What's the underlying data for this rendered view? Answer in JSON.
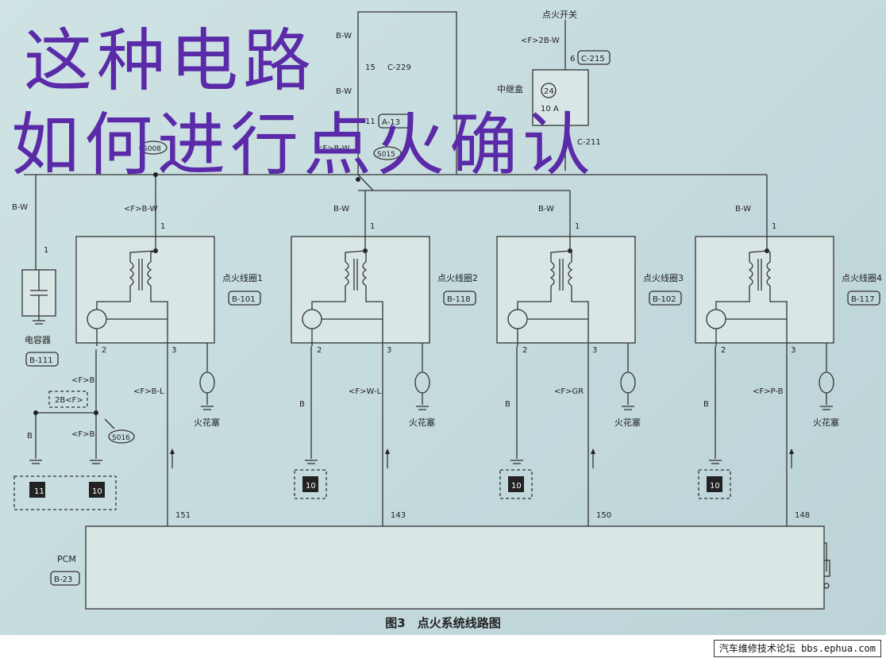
{
  "overlay": {
    "line1": "这种电路",
    "line2": "如何进行点火确认"
  },
  "caption": "图3　点火系统线路图",
  "watermark": "汽车维修技术论坛 bbs.ephua.com",
  "top": {
    "switch_label": "点火开关",
    "wire_bw": "B-W",
    "wire_f2bw": "<F>2B-W",
    "pin6": "6",
    "c215": "C-215",
    "relay_box": "中继盒",
    "fuse_num": "24",
    "fuse_amp": "10 A",
    "c211": "C-211",
    "pin15": "15",
    "c229": "C-229",
    "pin11": "11",
    "a13": "A-13",
    "wire_fbw": "<F>B-W",
    "s008": "S008",
    "s015": "S015"
  },
  "capacitor": {
    "label": "电容器",
    "code": "B-111",
    "pin": "1",
    "wire": "B-W"
  },
  "coils": [
    {
      "name": "点火线圈1",
      "code": "B-101",
      "feed": "<F>B-W",
      "sig_wire": "<F>B-L",
      "pcm_pin": "151",
      "plug": "火花塞"
    },
    {
      "name": "点火线圈2",
      "code": "B-118",
      "feed": "B-W",
      "sig_wire": "<F>W-L",
      "pcm_pin": "143",
      "plug": "火花塞"
    },
    {
      "name": "点火线圈3",
      "code": "B-102",
      "feed": "B-W",
      "sig_wire": "<F>GR",
      "pcm_pin": "150",
      "plug": "火花塞"
    },
    {
      "name": "点火线圈4",
      "code": "B-117",
      "feed": "B-W",
      "sig_wire": "<F>P-B",
      "pcm_pin": "148",
      "plug": "火花塞"
    }
  ],
  "ground": {
    "g1_wire": "<F>B",
    "g1_conn": "2B<F>",
    "g1_wire2": "<F>B",
    "g1_wire3": "B",
    "s016": "S016",
    "gnd11": "11",
    "gnd10": "10",
    "wire_b": "B"
  },
  "pcm": {
    "label": "PCM",
    "code": "B-23"
  },
  "pins": {
    "p1": "1",
    "p2": "2",
    "p3": "3"
  }
}
